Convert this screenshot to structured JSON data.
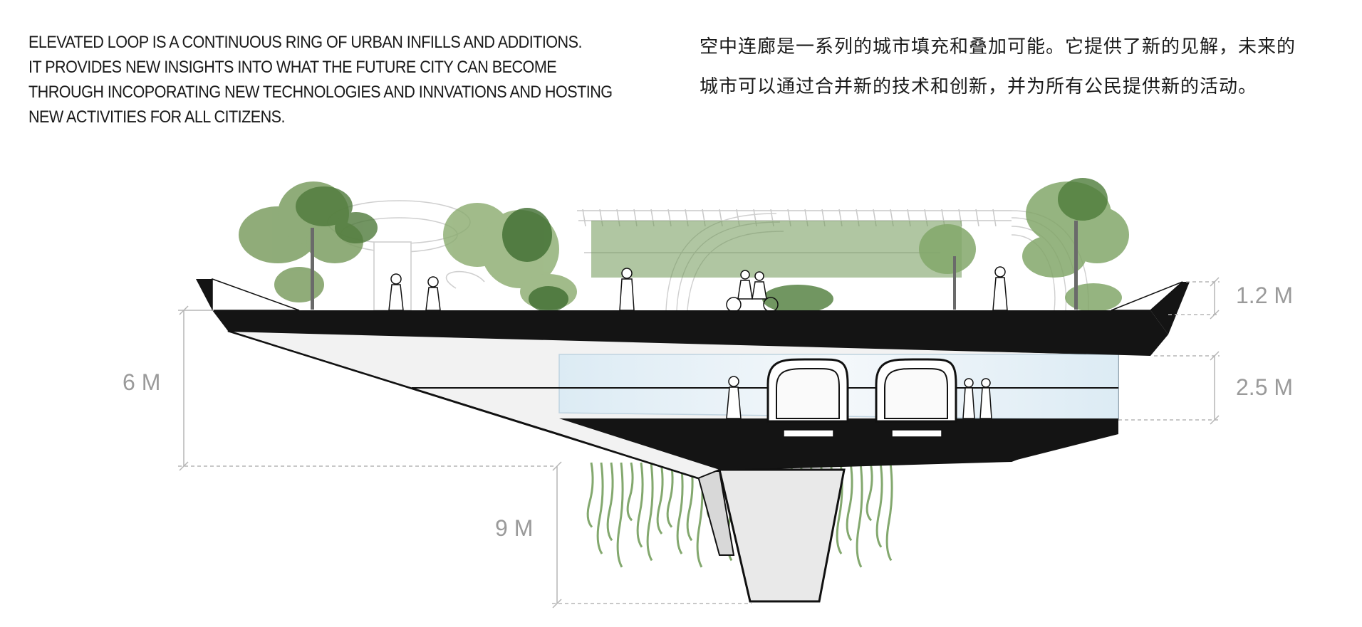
{
  "description_en": {
    "lines": [
      "ELEVATED LOOP IS A CONTINUOUS RING OF URBAN INFILLS AND ADDITIONS.",
      "IT PROVIDES NEW INSIGHTS INTO WHAT THE FUTURE CITY CAN BECOME",
      "THROUGH INCOPORATING NEW TECHNOLOGIES AND INNVATIONS AND HOSTING",
      "NEW ACTIVITIES FOR ALL CITIZENS."
    ]
  },
  "description_cn": {
    "lines": [
      "空中连廊是一系列的城市填充和叠加可能。它提供了新的见解，未来的",
      "城市可以通过合并新的技术和创新，并为所有公民提供新的活动。"
    ]
  },
  "dimensions": {
    "parapet": "1.2 M",
    "inner_level": "2.5 M",
    "deck_depth": "6 M",
    "column": "9 M"
  },
  "colors": {
    "slab": "#1a1a1a",
    "glass": "#dbeaf3",
    "foliage": "#5e8c4a",
    "dim_line": "#b5b5b5",
    "dim_text": "#9a9a9a"
  }
}
